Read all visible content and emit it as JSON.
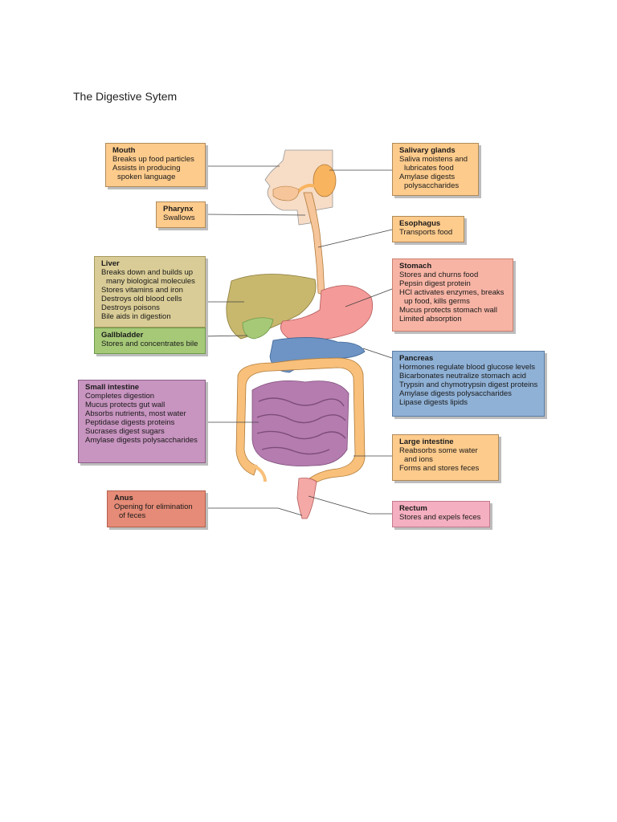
{
  "page": {
    "title": "The Digestive Sytem"
  },
  "boxes": {
    "mouth": {
      "title": "Mouth",
      "lines": [
        "Breaks up food particles",
        "Assists in producing",
        "spoken language"
      ],
      "color": "#fdcb8c"
    },
    "pharynx": {
      "title": "Pharynx",
      "lines": [
        "Swallows"
      ],
      "color": "#fdcb8c"
    },
    "liver": {
      "title": "Liver",
      "lines": [
        "Breaks down and builds up",
        "many biological molecules",
        "Stores vitamins and iron",
        "Destroys old blood cells",
        "Destroys poisons",
        "Bile aids in digestion"
      ],
      "color": "#d9cc96"
    },
    "gallbladder": {
      "title": "Gallbladder",
      "lines": [
        "Stores and concentrates bile"
      ],
      "color": "#a6c978"
    },
    "small_intestine": {
      "title": "Small intestine",
      "lines": [
        "Completes digestion",
        "Mucus protects gut wall",
        "Absorbs nutrients, most water",
        "Peptidase digests proteins",
        "Sucrases digest sugars",
        "Amylase digests polysaccharides"
      ],
      "color": "#c894c0"
    },
    "anus": {
      "title": "Anus",
      "lines": [
        "Opening for elimination",
        "of feces"
      ],
      "color": "#e58b77"
    },
    "salivary_glands": {
      "title": "Salivary glands",
      "lines": [
        "Saliva moistens and",
        "lubricates food",
        "Amylase digests",
        "polysaccharides"
      ],
      "color": "#fdcb8c"
    },
    "esophagus": {
      "title": "Esophagus",
      "lines": [
        "Transports food"
      ],
      "color": "#fdcb8c"
    },
    "stomach": {
      "title": "Stomach",
      "lines": [
        "Stores and churns food",
        "Pepsin digest protein",
        "HCl activates enzymes, breaks",
        "up food, kills germs",
        "Mucus protects stomach wall",
        "Limited absorption"
      ],
      "color": "#f7b4a5"
    },
    "pancreas": {
      "title": "Pancreas",
      "lines": [
        "Hormones regulate blood glucose levels",
        "Bicarbonates neutralize stomach acid",
        "Trypsin and chymotrypsin digest proteins",
        "Amylase digests polysaccharides",
        "Lipase digests lipids"
      ],
      "color": "#8fb1d6"
    },
    "large_intestine": {
      "title": "Large intestine",
      "lines": [
        "Reabsorbs some water",
        "and ions",
        "Forms and stores feces"
      ],
      "color": "#fdcb8c"
    },
    "rectum": {
      "title": "Rectum",
      "lines": [
        "Stores and expels feces"
      ],
      "color": "#f4afc0"
    }
  }
}
